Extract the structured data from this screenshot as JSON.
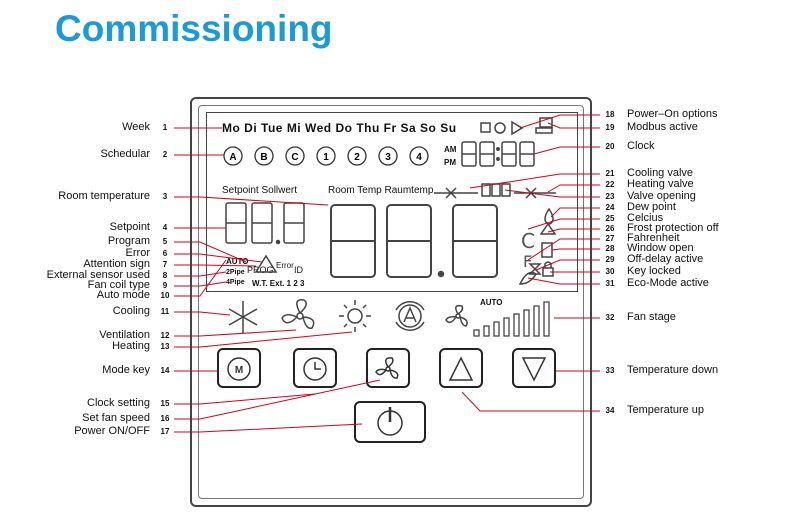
{
  "title": "Commissioning",
  "lcd": {
    "days": [
      "Mo",
      "Di",
      "Tue",
      "Mi",
      "Wed",
      "Do",
      "Thu",
      "Fr",
      "Sa",
      "So",
      "Su"
    ],
    "timer_slots": [
      "A",
      "B",
      "C",
      "1",
      "2",
      "3",
      "4"
    ],
    "am": "AM",
    "pm": "PM",
    "setpoint_text": "Setpoint Sollwert",
    "room_temp_text": "Room Temp Raumtemp",
    "prog": "PROG",
    "id": "ID",
    "auto_small": "AUTO",
    "error": "Error",
    "pipe2": "2Pipe",
    "pipe4": "4Pipe",
    "wt_ext": "W.T. Ext. 1 2 3",
    "fan_auto": "AUTO",
    "celsius": "C",
    "fahrenheit": "F"
  },
  "callouts_left": [
    {
      "num": "1",
      "label": "Week"
    },
    {
      "num": "2",
      "label": "Schedular"
    },
    {
      "num": "3",
      "label": "Room temperature"
    },
    {
      "num": "4",
      "label": "Setpoint"
    },
    {
      "num": "5",
      "label": "Program"
    },
    {
      "num": "6",
      "label": "Error"
    },
    {
      "num": "7",
      "label": "Attention sign"
    },
    {
      "num": "8",
      "label": "External sensor used"
    },
    {
      "num": "9",
      "label": "Fan coil type"
    },
    {
      "num": "10",
      "label": "Auto mode"
    },
    {
      "num": "11",
      "label": "Cooling"
    },
    {
      "num": "12",
      "label": "Ventilation"
    },
    {
      "num": "13",
      "label": "Heating"
    },
    {
      "num": "14",
      "label": "Mode key"
    },
    {
      "num": "15",
      "label": "Clock setting"
    },
    {
      "num": "16",
      "label": "Set fan speed"
    },
    {
      "num": "17",
      "label": "Power ON/OFF"
    }
  ],
  "callouts_right": [
    {
      "num": "18",
      "label": "Power–On options"
    },
    {
      "num": "19",
      "label": "Modbus active"
    },
    {
      "num": "20",
      "label": "Clock"
    },
    {
      "num": "21",
      "label": "Cooling valve"
    },
    {
      "num": "22",
      "label": "Heating valve"
    },
    {
      "num": "23",
      "label": "Valve opening"
    },
    {
      "num": "24",
      "label": "Dew point"
    },
    {
      "num": "25",
      "label": "Celcius"
    },
    {
      "num": "26",
      "label": "Frost protection off"
    },
    {
      "num": "27",
      "label": "Fahrenheit"
    },
    {
      "num": "28",
      "label": "Window open"
    },
    {
      "num": "29",
      "label": "Off-delay active"
    },
    {
      "num": "30",
      "label": "Key locked"
    },
    {
      "num": "31",
      "label": "Eco-Mode active"
    },
    {
      "num": "32",
      "label": "Fan stage"
    },
    {
      "num": "33",
      "label": "Temperature down"
    },
    {
      "num": "34",
      "label": "Temperature up"
    }
  ],
  "colors": {
    "title": "#1a9ad6",
    "leader": "#d0021b",
    "outline": "#222222"
  }
}
